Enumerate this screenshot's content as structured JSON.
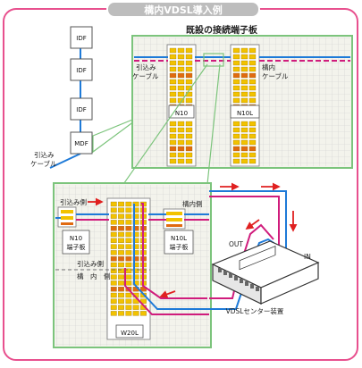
{
  "title": "構内VDSL導入例",
  "left_column": {
    "idf_boxes": [
      "IDF",
      "IDF",
      "IDF"
    ],
    "mdf_box": "MDF",
    "incoming_cable_label": [
      "引込み",
      "ケーブル"
    ]
  },
  "existing_panel": {
    "title": "既設の接続端子板",
    "left_cable_label": [
      "引込み",
      "ケーブル"
    ],
    "right_cable_label": [
      "構内",
      "ケーブル"
    ],
    "left_block_label": "N10",
    "right_block_label": "N10L"
  },
  "new_panel": {
    "incoming_side_label": "引込み側",
    "premises_side_label": "構内側",
    "left_terminal_box": [
      "N10",
      "端子板"
    ],
    "right_terminal_box": [
      "N10L",
      "端子板"
    ],
    "divider_incoming_label": "引込み側",
    "divider_premises_label": "構　内　側",
    "main_block_label": "W20L"
  },
  "vdsl_device": {
    "name": "VDSLセンター装置",
    "out_label": "OUT",
    "in_label": "IN"
  },
  "colors": {
    "border_pink": "#e8508e",
    "title_bg": "#bdbdbd",
    "panel_green": "#7cc47c",
    "panel_bg": "#f3f3ec",
    "grid_line": "#c8c8c8",
    "line_blue": "#1e7ad8",
    "line_magenta": "#d01c7c",
    "arrow_red": "#e02020",
    "terminal_yellow": "#f2c200",
    "terminal_orange": "#e06a10"
  }
}
